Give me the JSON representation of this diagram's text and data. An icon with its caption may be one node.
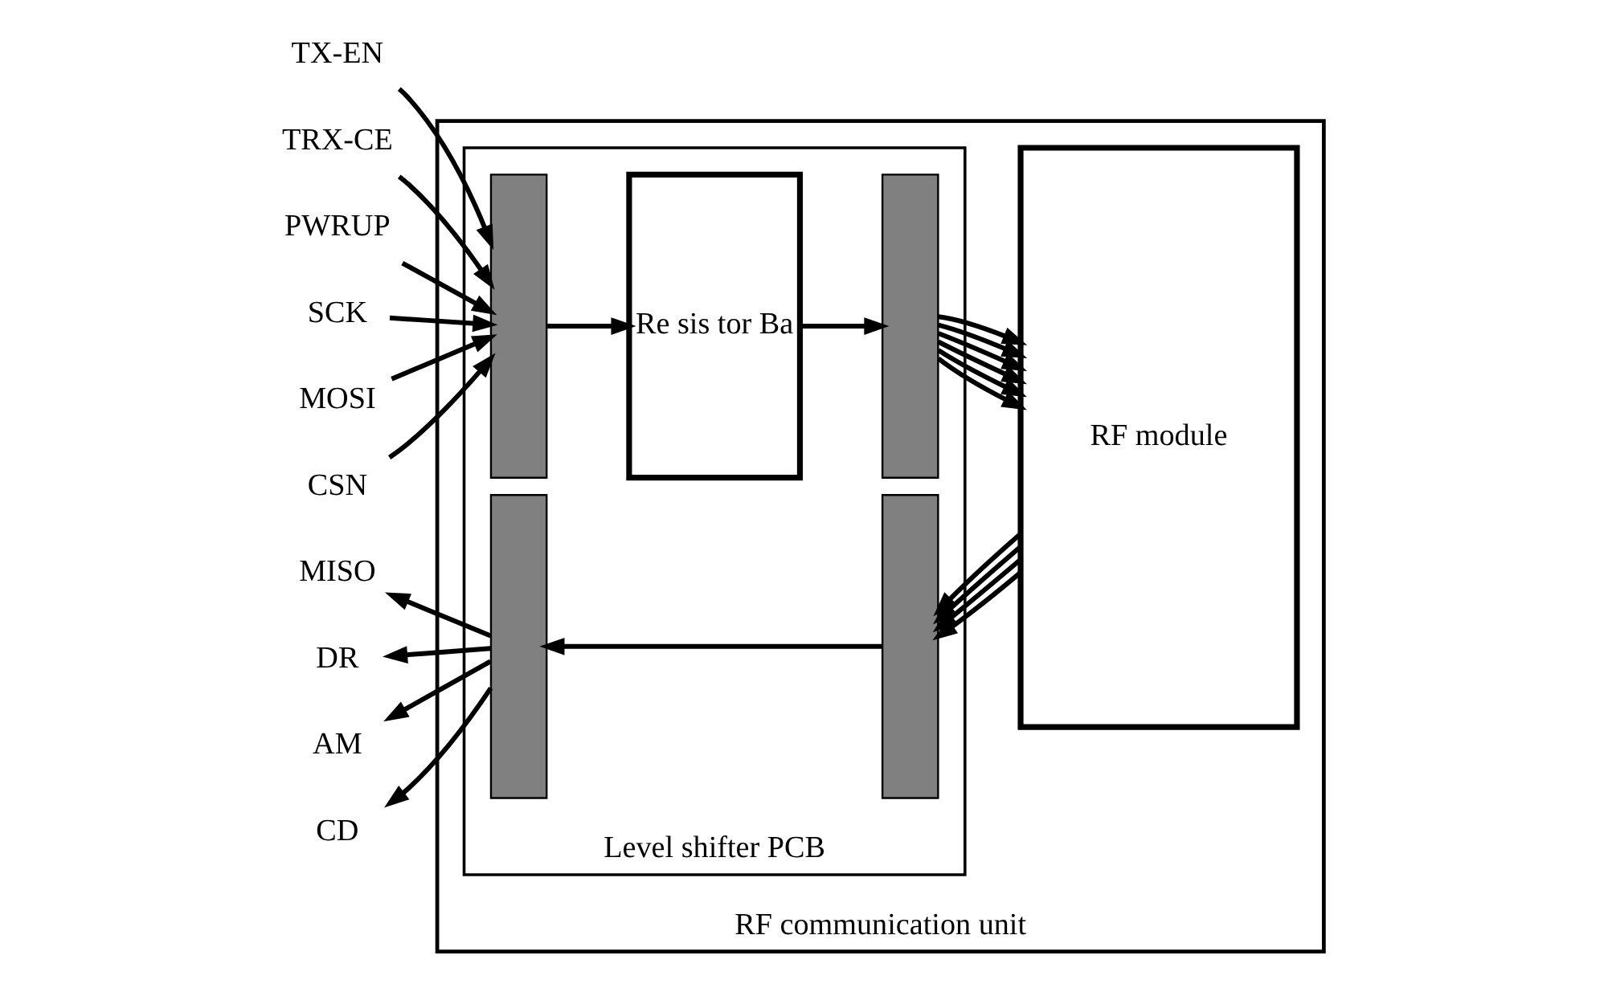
{
  "diagram": {
    "nodes": [
      {
        "text": [
          "RF communication unit"
        ]
      },
      {
        "text": [
          "Level shifter PCB"
        ],
        "in": 0
      },
      {
        "text": [],
        "shape": "bar",
        "in": 1
      },
      {
        "text": [
          "Re sis tor Ba"
        ],
        "in": 1
      },
      {
        "text": [],
        "shape": "bar",
        "in": 1
      },
      {
        "text": [],
        "shape": "bar",
        "in": 1
      },
      {
        "text": [],
        "shape": "bar",
        "in": 1
      },
      {
        "text": [
          "RF module"
        ],
        "in": 0
      },
      {
        "text": [
          "TX-EN"
        ]
      },
      {
        "text": [
          "TRX-CE"
        ]
      },
      {
        "text": [
          "PWRUP"
        ]
      },
      {
        "text": [
          "SCK"
        ]
      },
      {
        "text": [
          "MOSI"
        ]
      },
      {
        "text": [
          "CSN"
        ]
      },
      {
        "text": [
          "MISO"
        ]
      },
      {
        "text": [
          "DR"
        ]
      },
      {
        "text": [
          "AM"
        ]
      },
      {
        "text": [
          "CD"
        ]
      }
    ],
    "edges": [
      {
        "from": 8,
        "to": 2,
        "arrow": "to"
      },
      {
        "from": 9,
        "to": 2,
        "arrow": "to"
      },
      {
        "from": 10,
        "to": 2,
        "arrow": "to"
      },
      {
        "from": 11,
        "to": 2,
        "arrow": "to"
      },
      {
        "from": 12,
        "to": 2,
        "arrow": "to"
      },
      {
        "from": 13,
        "to": 2,
        "arrow": "to"
      },
      {
        "from": 2,
        "to": 3,
        "arrow": "to"
      },
      {
        "from": 3,
        "to": 4,
        "arrow": "to"
      },
      {
        "from": 4,
        "to": 7,
        "arrow": "to"
      },
      {
        "from": 4,
        "to": 7,
        "arrow": "to"
      },
      {
        "from": 4,
        "to": 7,
        "arrow": "to"
      },
      {
        "from": 4,
        "to": 7,
        "arrow": "to"
      },
      {
        "from": 4,
        "to": 7,
        "arrow": "to"
      },
      {
        "from": 4,
        "to": 7,
        "arrow": "to"
      },
      {
        "from": 7,
        "to": 6,
        "arrow": "to"
      },
      {
        "from": 7,
        "to": 6,
        "arrow": "to"
      },
      {
        "from": 7,
        "to": 6,
        "arrow": "to"
      },
      {
        "from": 7,
        "to": 6,
        "arrow": "to"
      },
      {
        "from": 6,
        "to": 5,
        "arrow": "to"
      },
      {
        "from": 5,
        "to": 14,
        "arrow": "to"
      },
      {
        "from": 5,
        "to": 15,
        "arrow": "to"
      },
      {
        "from": 5,
        "to": 16,
        "arrow": "to"
      },
      {
        "from": 5,
        "to": 17,
        "arrow": "to"
      }
    ]
  }
}
